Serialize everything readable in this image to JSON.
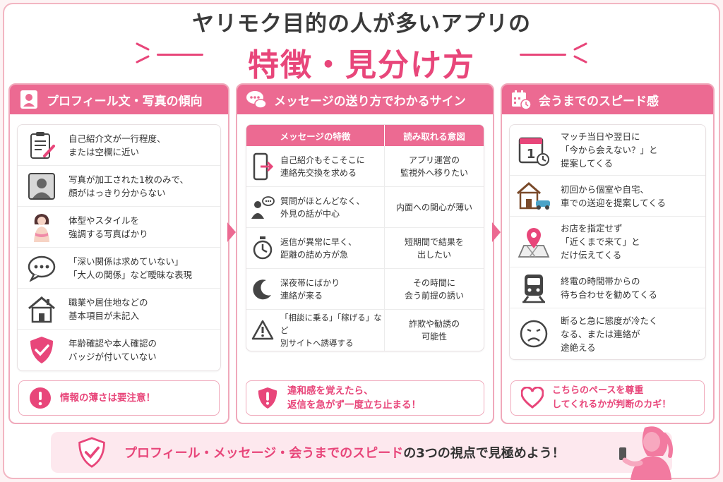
{
  "header": {
    "title_line1": "ヤリモク目的の人が多いアプリの",
    "title_line2": "特徴・見分け方"
  },
  "columns": [
    {
      "title": "プロフィール文・写真の傾向",
      "icon": "profile-icon",
      "items": [
        {
          "icon": "clipboard-icon",
          "text": "自己紹介文が一行程度、\nまたは空欄に近い"
        },
        {
          "icon": "photo-person-icon",
          "text": "写真が加工された1枚のみで、\n顔がはっきり分からない"
        },
        {
          "icon": "woman-figure-icon",
          "text": "体型やスタイルを\n強調する写真ばかり"
        },
        {
          "icon": "speech-bubble-icon",
          "text": "「深い関係は求めていない」\n「大人の関係」など曖昧な表現"
        },
        {
          "icon": "house-icon",
          "text": "職業や居住地などの\n基本項目が未記入"
        },
        {
          "icon": "shield-check-icon",
          "text": "年齢確認や本人確認の\nバッジが付いていない"
        }
      ],
      "callout": {
        "icon": "exclamation-icon",
        "text": "情報の薄さは要注意！"
      }
    },
    {
      "title": "メッセージの送り方でわかるサイン",
      "icon": "chat-bubbles-icon",
      "table_headers": [
        "メッセージの特徴",
        "読み取れる意図"
      ],
      "rows": [
        {
          "icon": "smartphone-arrow-icon",
          "feature": "自己紹介もそこそこに\n連絡先交換を求める",
          "intent": "アプリ運営の\n監視外へ移りたい"
        },
        {
          "icon": "person-chat-icon",
          "feature": "質問がほとんどなく、\n外見の話が中心",
          "intent": "内面への関心が薄い"
        },
        {
          "icon": "stopwatch-icon",
          "feature": "返信が異常に早く、\n距離の詰め方が急",
          "intent": "短期間で結果を\n出したい"
        },
        {
          "icon": "moon-icon",
          "feature": "深夜帯にばかり\n連絡が来る",
          "intent": "その時間に\n会う前提の誘い"
        },
        {
          "icon": "warning-icon",
          "feature": "「相談に乗る」「稼げる」など\n別サイトへ誘導する",
          "intent": "詐欺や勧誘の\n可能性"
        }
      ],
      "callout": {
        "icon": "shield-exclamation-icon",
        "text": "違和感を覚えたら、\n返信を急がず一度立ち止まる！"
      }
    },
    {
      "title": "会うまでのスピード感",
      "icon": "calendar-clock-icon",
      "items": [
        {
          "icon": "calendar-one-icon",
          "text": "マッチ当日や翌日に\n「今から会えない？」と\n提案してくる"
        },
        {
          "icon": "house-car-icon",
          "text": "初回から個室や自宅、\n車での送迎を提案してくる"
        },
        {
          "icon": "map-pin-icon",
          "text": "お店を指定せず\n「近くまで来て」と\nだけ伝えてくる"
        },
        {
          "icon": "train-icon",
          "text": "終電の時間帯からの\n待ち合わせを勧めてくる"
        },
        {
          "icon": "frown-face-icon",
          "text": "断ると急に態度が冷たく\nなる、または連絡が\n途絶える"
        }
      ],
      "callout": {
        "icon": "heart-icon",
        "text": "こちらのペースを尊重\nしてくれるかが判断のカギ！"
      }
    }
  ],
  "banner": {
    "icon": "shield-check-icon",
    "text_pink": "プロフィール・メッセージ・会うまでのスピード",
    "text_dark": "の3つの視点で見極めよう！"
  },
  "colors": {
    "accent": "#e8467a",
    "header_bg": "#ec6a92",
    "border": "#f0a9bb",
    "banner_bg": "#fde8ee"
  }
}
